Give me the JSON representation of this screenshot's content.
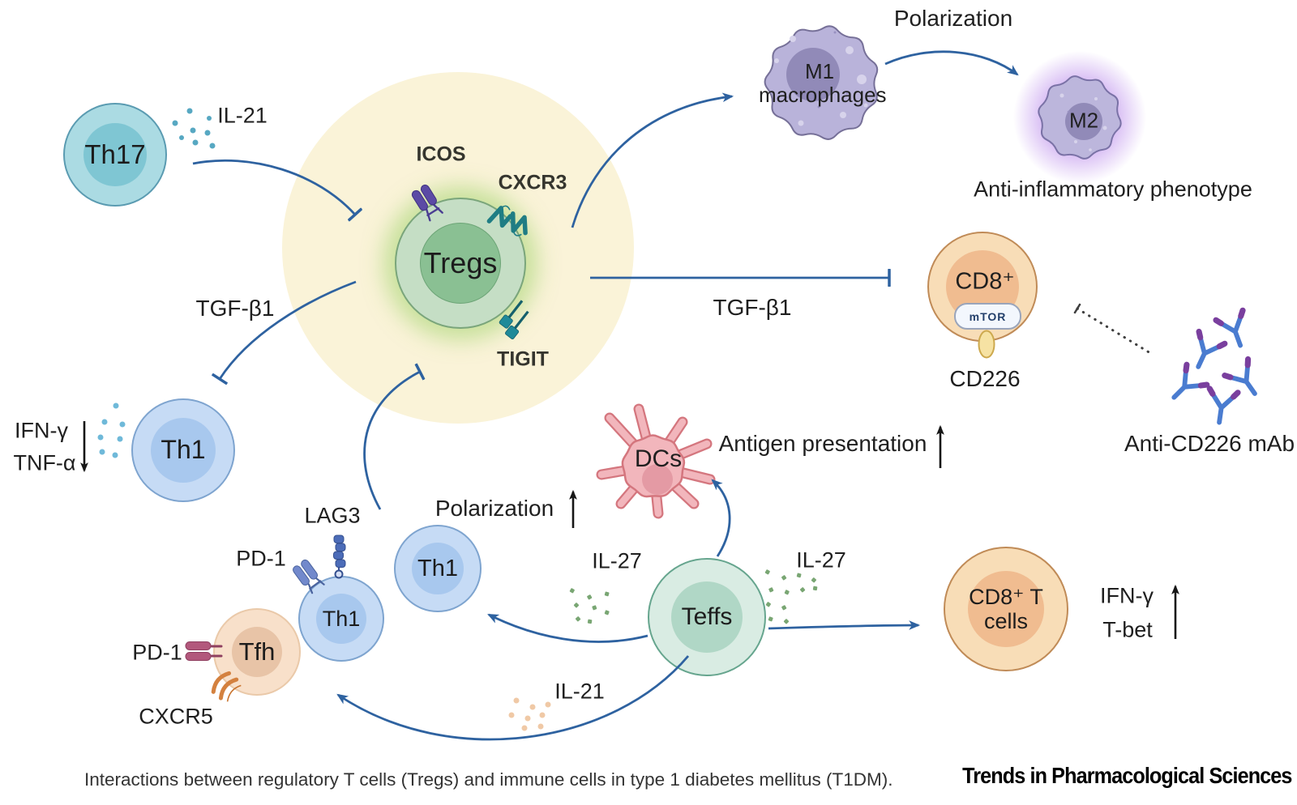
{
  "figure": {
    "caption": "Interactions between regulatory T cells (Tregs) and immune cells in type 1 diabetes mellitus (T1DM).",
    "journal": "Trends in Pharmacological Sciences"
  },
  "cells": {
    "th17": "Th17",
    "tregs": "Tregs",
    "m1": "M1 macrophages",
    "m2": "M2",
    "cd8": "CD8⁺",
    "mtor": "mTOR",
    "th1_upper": "Th1",
    "th1_mid": "Th1",
    "th1_lower": "Th1",
    "tfh": "Tfh",
    "dcs": "DCs",
    "teffs": "Teffs",
    "cd8_t": "CD8⁺ T cells"
  },
  "receptors": {
    "icos": "ICOS",
    "cxcr3": "CXCR3",
    "tigit": "TIGIT",
    "lag3": "LAG3",
    "pd1_th1": "PD-1",
    "pd1_tfh": "PD-1",
    "cxcr5": "CXCR5",
    "cd226": "CD226"
  },
  "cytokines": {
    "il21_top": "IL-21",
    "tgfb1_left": "TGF-β1",
    "tgfb1_right": "TGF-β1",
    "il27_left": "IL-27",
    "il27_right": "IL-27",
    "il21_bottom": "IL-21",
    "ifng_left": "IFN-γ",
    "tnfa_left": "TNF-α",
    "ifng_right": "IFN-γ",
    "tbet_right": "T-bet"
  },
  "annotations": {
    "polarization_top": "Polarization",
    "anti_inflammatory": "Anti-inflammatory phenotype",
    "polarization_mid": "Polarization",
    "antigen_presentation": "Antigen presentation",
    "anti_cd226_mab": "Anti-CD226 mAb"
  },
  "palette": {
    "arrow_blue": "#2e62a0",
    "tregs_zone_yellow": "#faf3d8",
    "tregs_green": "#8ac093",
    "th_blue": "#a8c8ee",
    "th17_teal": "#7fc6d3",
    "teff_mint": "#b0d7c6",
    "cd8_orange": "#f0bc90",
    "macrophage_purple": "#b9b3da",
    "dc_pink": "#f2b6bc",
    "m2_glow_purple": "#a86ce6",
    "antibody_blue": "#4a7cd0",
    "antibody_purple": "#7a3f9e"
  }
}
